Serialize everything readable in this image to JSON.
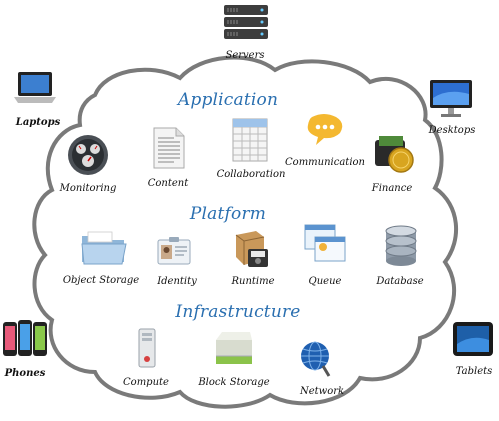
{
  "sections": {
    "application": "Application",
    "platform": "Platform",
    "infrastructure": "Infrastructure"
  },
  "devices": {
    "servers": "Servers",
    "laptops": "Laptops",
    "desktops": "Desktops",
    "phones": "Phones",
    "tablets": "Tablets"
  },
  "application_items": {
    "monitoring": "Monitoring",
    "content": "Content",
    "collaboration": "Collaboration",
    "communication": "Communication",
    "finance": "Finance"
  },
  "platform_items": {
    "object_storage": "Object Storage",
    "identity": "Identity",
    "runtime": "Runtime",
    "queue": "Queue",
    "database": "Database"
  },
  "infrastructure_items": {
    "compute": "Compute",
    "block_storage": "Block Storage",
    "network": "Network"
  },
  "colors": {
    "section_title": "#2a6fb0",
    "cloud_outline": "#7a7a7a"
  }
}
